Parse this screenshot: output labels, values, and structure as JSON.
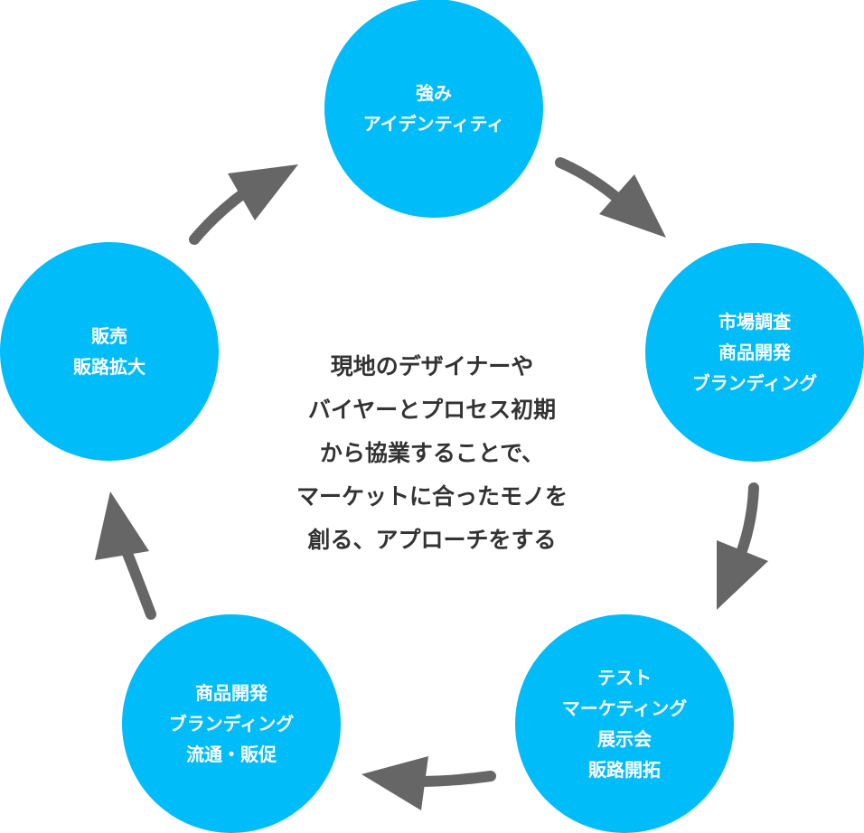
{
  "colors": {
    "node_fill": "#00bcf9",
    "node_text": "#ffffff",
    "arrow": "#666666",
    "center_text": "#333333",
    "background": "#ffffff"
  },
  "nodes": [
    {
      "id": "strength",
      "lines": [
        "強み",
        "アイデンティティ"
      ]
    },
    {
      "id": "research",
      "lines": [
        "市場調査",
        "商品開発",
        "ブランディング"
      ]
    },
    {
      "id": "test",
      "lines": [
        "テスト",
        "マーケティング",
        "展示会",
        "販路開拓"
      ]
    },
    {
      "id": "product",
      "lines": [
        "商品開発",
        "ブランディング",
        "流通・販促"
      ]
    },
    {
      "id": "sales",
      "lines": [
        "販売",
        "販路拡大"
      ]
    }
  ],
  "center": {
    "lines": [
      "現地のデザイナーや",
      "バイヤーとプロセス初期",
      "から協業することで、",
      "マーケットに合ったモノを",
      "創る、アプローチをする"
    ]
  },
  "arrows": [
    {
      "from": "strength",
      "to": "research",
      "icon": "curved-arrow-icon"
    },
    {
      "from": "research",
      "to": "test",
      "icon": "curved-arrow-icon"
    },
    {
      "from": "test",
      "to": "product",
      "icon": "curved-arrow-icon"
    },
    {
      "from": "product",
      "to": "sales",
      "icon": "curved-arrow-icon"
    },
    {
      "from": "sales",
      "to": "strength",
      "icon": "curved-arrow-icon"
    }
  ]
}
